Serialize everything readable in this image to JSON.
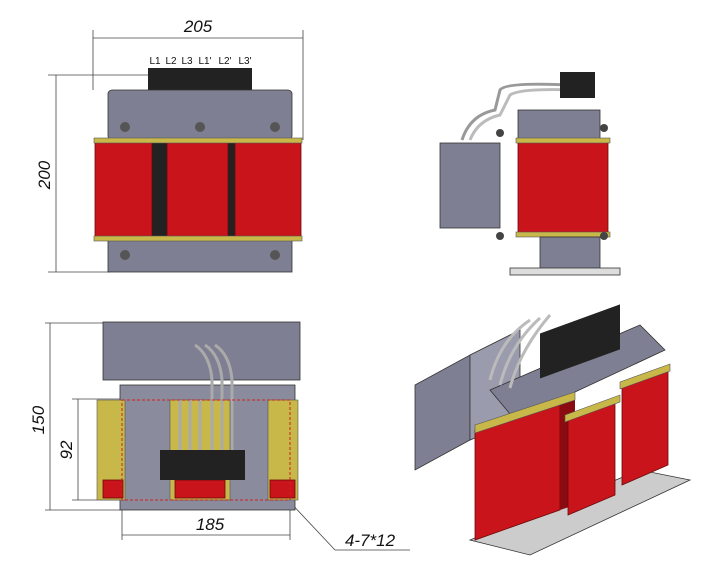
{
  "title": "Three-phase reactor dimension drawing",
  "dimensions": {
    "width_front": "205",
    "height_front": "200",
    "height_side": "150",
    "mount_spacing_vertical": "92",
    "mount_spacing_horizontal": "185",
    "mount_holes": "4-7*12"
  },
  "terminals": [
    "L1",
    "L2",
    "L3",
    "L1'",
    "L2'",
    "L3'"
  ],
  "colors": {
    "coil": "#c8141a",
    "core": "#7e7f92",
    "insulator": "#c8b84a",
    "mount_outline": "#d02020"
  }
}
